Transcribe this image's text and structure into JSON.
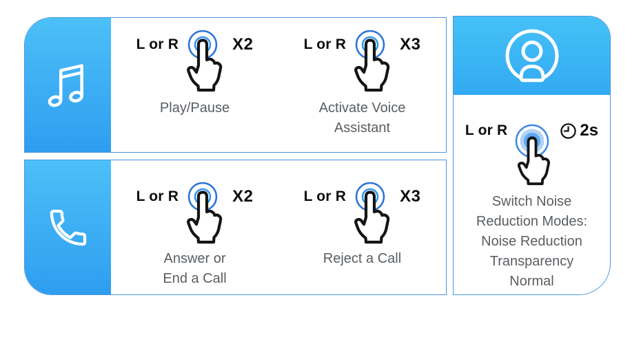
{
  "panels": {
    "music": {
      "icon": "music-note",
      "gestures": [
        {
          "side": "L or R",
          "count": "X2",
          "action": "Play/Pause"
        },
        {
          "side": "L or R",
          "count": "X3",
          "action": "Activate Voice\nAssistant"
        }
      ]
    },
    "calls": {
      "icon": "phone",
      "gestures": [
        {
          "side": "L or R",
          "count": "X2",
          "action": "Answer or\nEnd a Call"
        },
        {
          "side": "L or R",
          "count": "X3",
          "action": "Reject a Call"
        }
      ]
    },
    "noise": {
      "icon": "user",
      "side": "L or R",
      "hold_duration": "2s",
      "action": "Switch Noise\nReduction Modes:\nNoise Reduction\nTransparency\nNormal"
    }
  },
  "colors": {
    "panel_blue_top": "#4cc0f7",
    "panel_blue_bottom": "#2f9df0",
    "panel_border": "#4a96dc",
    "label_gray": "#595d61",
    "text_black": "#0c0d0f",
    "ripple_outer": "#2d74d8",
    "ripple_inner": "#2f97ef",
    "press_ring": "#3a86e3",
    "press_fill_light": "#aed3f6",
    "press_fill_mid": "#62a7ef",
    "press_fill_dark": "#1b66cf"
  }
}
